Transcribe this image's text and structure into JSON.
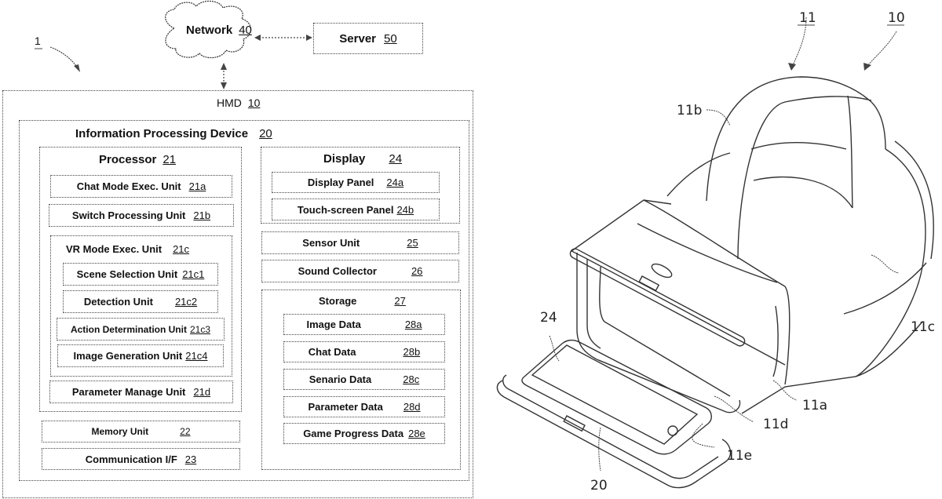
{
  "system": {
    "ref": "1"
  },
  "network": {
    "label": "Network",
    "ref": "40"
  },
  "server": {
    "label": "Server",
    "ref": "50"
  },
  "hmd": {
    "label": "HMD",
    "ref": "10"
  },
  "ipd": {
    "label": "Information Processing Device",
    "ref": "20"
  },
  "processor": {
    "label": "Processor",
    "ref": "21",
    "units": [
      {
        "label": "Chat Mode Exec. Unit",
        "ref": "21a"
      },
      {
        "label": "Switch Processing Unit",
        "ref": "21b"
      }
    ],
    "vr": {
      "label": "VR Mode Exec. Unit",
      "ref": "21c",
      "units": [
        {
          "label": "Scene Selection Unit",
          "ref": "21c1"
        },
        {
          "label": "Detection Unit",
          "ref": "21c2"
        },
        {
          "label": "Action Determination Unit",
          "ref": "21c3"
        },
        {
          "label": "Image Generation Unit",
          "ref": "21c4"
        }
      ]
    },
    "param": {
      "label": "Parameter Manage Unit",
      "ref": "21d"
    }
  },
  "memory": {
    "label": "Memory Unit",
    "ref": "22"
  },
  "comm": {
    "label": "Communication I/F",
    "ref": "23"
  },
  "display": {
    "label": "Display",
    "ref": "24",
    "units": [
      {
        "label": "Display Panel",
        "ref": "24a"
      },
      {
        "label": "Touch-screen Panel",
        "ref": "24b"
      }
    ]
  },
  "sensor": {
    "label": "Sensor Unit",
    "ref": "25"
  },
  "sound": {
    "label": "Sound Collector",
    "ref": "26"
  },
  "storage": {
    "label": "Storage",
    "ref": "27",
    "items": [
      {
        "label": "Image Data",
        "ref": "28a"
      },
      {
        "label": "Chat Data",
        "ref": "28b"
      },
      {
        "label": "Senario Data",
        "ref": "28c"
      },
      {
        "label": "Parameter Data",
        "ref": "28d"
      },
      {
        "label": "Game Progress Data",
        "ref": "28e"
      }
    ]
  },
  "figure": {
    "labels": {
      "hmd_assembly": "10",
      "headset": "11",
      "front_body": "11a",
      "top_strap": "11b",
      "side_strap": "11c",
      "opening": "11d",
      "tray": "11e",
      "device": "20",
      "screen": "24"
    }
  }
}
